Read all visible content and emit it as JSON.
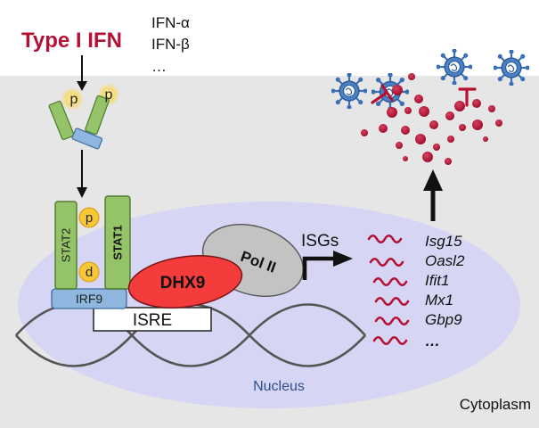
{
  "title": "Type I IFN",
  "ifn_types": [
    "IFN-α",
    "IFN-β",
    "…"
  ],
  "phospho_label": "p",
  "acetyl_label": "d",
  "proteins": {
    "stat2": "STAT2",
    "stat1": "STAT1",
    "irf9": "IRF9",
    "dhx9": "DHX9",
    "pol2": "Pol II"
  },
  "isre": "ISRE",
  "isgs": "ISGs",
  "genes": [
    "Isg15",
    "Oasl2",
    "Ifit1",
    "Mx1",
    "Gbp9",
    "…"
  ],
  "compartments": {
    "nucleus": "Nucleus",
    "cytoplasm": "Cytoplasm"
  },
  "colors": {
    "cytoplasm": "#e6e6e6",
    "nucleus": "#d6d6f4",
    "stat": "#94c467",
    "irf9": "#8fb6df",
    "dhx9": "#f43c3c",
    "pol2": "#c3c3c3",
    "accent": "#b31235",
    "phospho": "#f7c735"
  }
}
